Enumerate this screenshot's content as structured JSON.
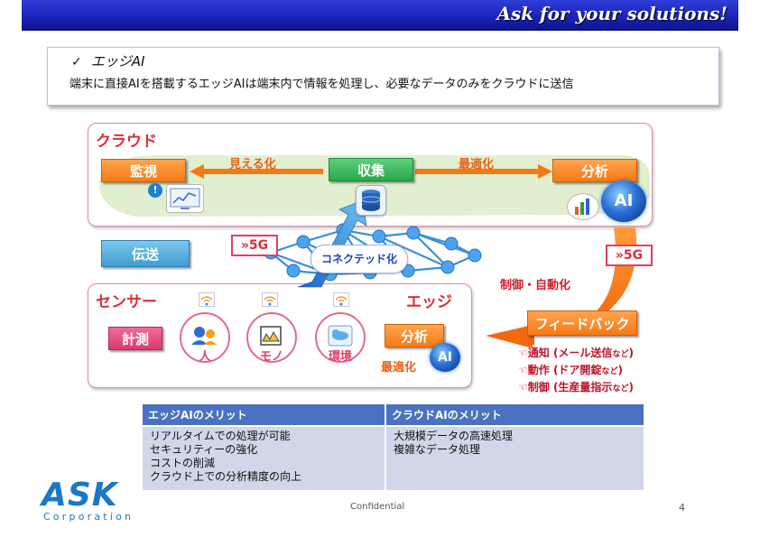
{
  "header": {
    "slogan": "Ask for your solutions!"
  },
  "intro": {
    "check": "✓",
    "title": "エッジAI",
    "description": "端末に直接AIを搭載するエッジAIは端末内で情報を処理し、必要なデータのみをクラウドに送信"
  },
  "cloud": {
    "title": "クラウド",
    "monitor": "監視",
    "collect": "収集",
    "analyze": "分析",
    "arrow_visualize": "見える化",
    "arrow_optimize": "最適化"
  },
  "middle": {
    "transmit": "伝送",
    "net5g_left": "»5G",
    "net5g_right": "»5G",
    "connected": "コネクテッド化",
    "control_automation": "制御・自動化",
    "feedback": "フィードバック"
  },
  "ai_label": "AI",
  "sensor": {
    "title": "センサー",
    "edge_title": "エッジ",
    "measure": "計測",
    "person": "人",
    "thing": "モノ",
    "environment": "環境",
    "analyze": "分析",
    "optimize": "最適化"
  },
  "notes": [
    {
      "main": "通知 (メール送信",
      "small": "など",
      "end": ")"
    },
    {
      "main": "動作 (ドア開錠",
      "small": "など",
      "end": ")"
    },
    {
      "main": "制御 (生産量指示",
      "small": "など",
      "end": ")"
    }
  ],
  "merits": {
    "edge_header": "エッジAIのメリット",
    "cloud_header": "クラウドAIのメリット",
    "edge_items": [
      "リアルタイムでの処理が可能",
      "セキュリティーの強化",
      "コストの削減",
      "クラウド上での分析精度の向上"
    ],
    "cloud_items": [
      "大規模データの高速処理",
      "複雑なデータ処理"
    ]
  },
  "logo": {
    "name": "ASK",
    "sub": "Corporation"
  },
  "footer": {
    "confidential": "Confidential",
    "page": "4"
  },
  "colors": {
    "orange": "#f47a14",
    "green": "#2aa84a",
    "blue": "#3f9cd3",
    "pink": "#d83c72",
    "red": "#d8303a",
    "header_blue": "#1a22b8"
  }
}
